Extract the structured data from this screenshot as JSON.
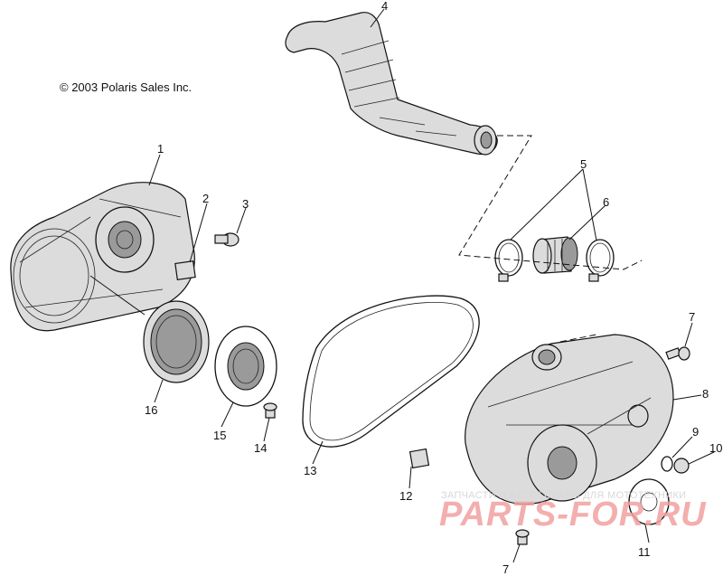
{
  "copyright": "© 2003 Polaris Sales Inc.",
  "watermark": {
    "line": "ЗАПЧАСТИ И АКСЕССУАРЫ ДЛЯ МОТОТЕХНИКИ",
    "logo": "PARTS-FOR.RU",
    "logo_color": "#f2a0a0"
  },
  "callouts": [
    "1",
    "2",
    "3",
    "4",
    "5",
    "6",
    "7",
    "8",
    "9",
    "10",
    "11",
    "12",
    "13",
    "14",
    "15",
    "16"
  ],
  "callout_7_second": "7"
}
